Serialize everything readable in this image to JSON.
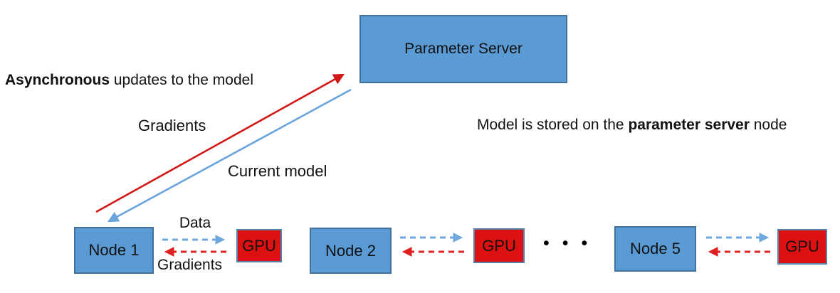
{
  "diagram": {
    "title_box": {
      "label": "Parameter Server"
    },
    "notes": {
      "left_bold": "Asynchronous",
      "left_rest": " updates to the model",
      "right_pre": "Model is stored on the ",
      "right_bold": "parameter server",
      "right_post": " node"
    },
    "arrow_labels": {
      "gradients_up": "Gradients",
      "current_model": "Current model",
      "data": "Data",
      "gradients_down": "Gradients"
    },
    "workers": [
      {
        "node_label": "Node 1",
        "gpu_label": "GPU"
      },
      {
        "node_label": "Node 2",
        "gpu_label": "GPU"
      },
      {
        "node_label": "Node 5",
        "gpu_label": "GPU"
      }
    ],
    "ellipsis": "•••",
    "colors": {
      "node_fill": "#5b9bd5",
      "node_border": "#41719c",
      "gpu_fill": "#dd1111",
      "gpu_border": "#5b80a8",
      "arrow_red": "#d01616",
      "arrow_blue": "#6aa3dc",
      "text": "#121212"
    }
  }
}
